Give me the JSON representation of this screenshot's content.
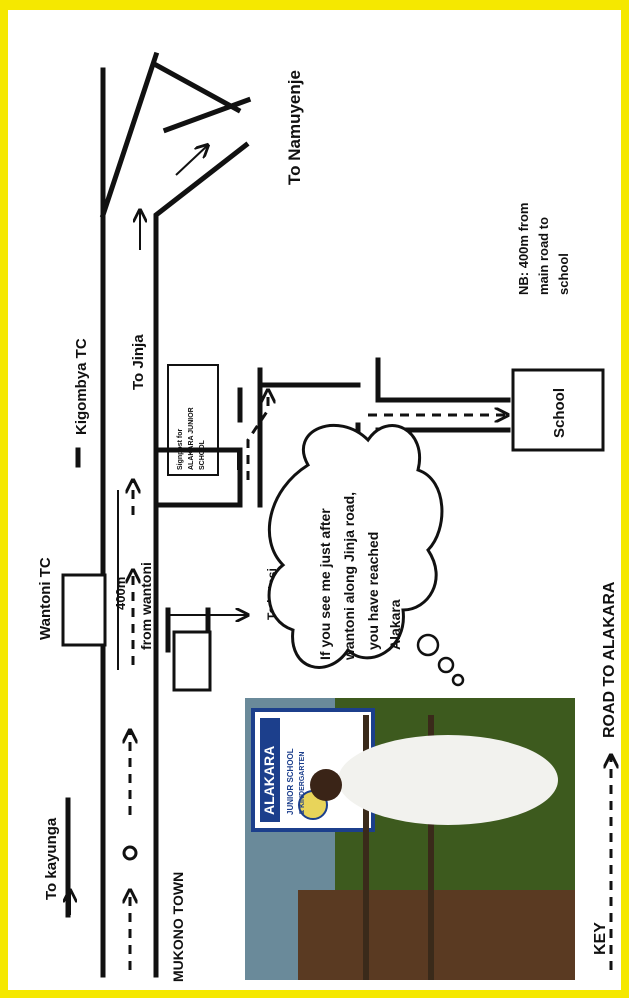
{
  "map": {
    "labels": {
      "to_kayunga": "To kayunga",
      "mukono_town": "MUKONO TOWN",
      "wantoni_tc": "Wantoni TC",
      "distance_line1": "400m",
      "distance_line2": "from wantoni",
      "kigombya_tc": "Kigombya TC",
      "to_jinja": "To Jinja",
      "to_namuyenje": "To Namuyenje",
      "to_katosi": "To katosi",
      "school": "School",
      "signpost_line1": "Signpost for",
      "signpost_line2": "ALAKARA JUNIOR",
      "signpost_line3": "SCHOOL",
      "note_line1": "NB: 400m from",
      "note_line2": "main road to",
      "note_line3": "school"
    },
    "speech_bubble": {
      "line1": "If you see me just after",
      "line2": "wantoni along Jinja road,",
      "line3": "you have reached",
      "line4": "Alakara"
    },
    "photo": {
      "sign_line1": "ALAKARA",
      "sign_line2": "JUNIOR SCHOOL",
      "sign_line3": "& KINDERGARTEN"
    },
    "key": {
      "title": "KEY",
      "legend_text": "ROAD TO ALAKARA"
    }
  },
  "colors": {
    "border": "#f5e800",
    "ink": "#111111",
    "photo_grass": "#3d5a1e",
    "photo_shirt": "#f2f2ee",
    "sign_blue": "#1c3f8c"
  }
}
